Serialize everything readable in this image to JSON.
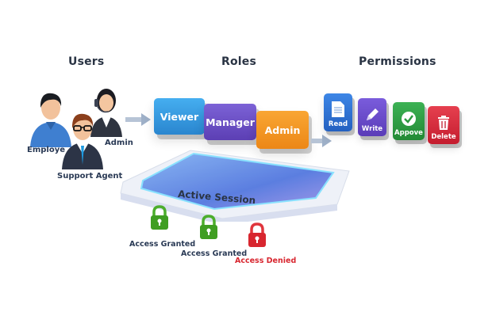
{
  "headings": {
    "users": "Users",
    "roles": "Roles",
    "permissions": "Permissions"
  },
  "users": [
    {
      "label": "Employee",
      "visible_text": "Employe"
    },
    {
      "label": "Admin"
    },
    {
      "label": "Support Agent"
    }
  ],
  "roles": [
    {
      "label": "Viewer",
      "color": "#2f96dc"
    },
    {
      "label": "Manager",
      "color": "#6a4fc4"
    },
    {
      "label": "Admin",
      "color": "#f3941f"
    }
  ],
  "permissions": [
    {
      "label": "Read",
      "icon": "document-icon",
      "color": "#2b6fd0"
    },
    {
      "label": "Write",
      "icon": "pencil-icon",
      "color": "#6a48c6"
    },
    {
      "label": "Appove",
      "icon": "checkmark-icon",
      "color": "#2c9a3f"
    },
    {
      "label": "Delete",
      "icon": "trash-icon",
      "color": "#d6283a"
    }
  ],
  "session": {
    "label": "Active Session"
  },
  "locks": [
    {
      "label": "Access Granted",
      "status": "granted",
      "color": "#3f9e22"
    },
    {
      "label": "Access Granted",
      "status": "granted",
      "color": "#3f9e22"
    },
    {
      "label": "Access Denied",
      "status": "denied",
      "color": "#d8262f"
    }
  ]
}
